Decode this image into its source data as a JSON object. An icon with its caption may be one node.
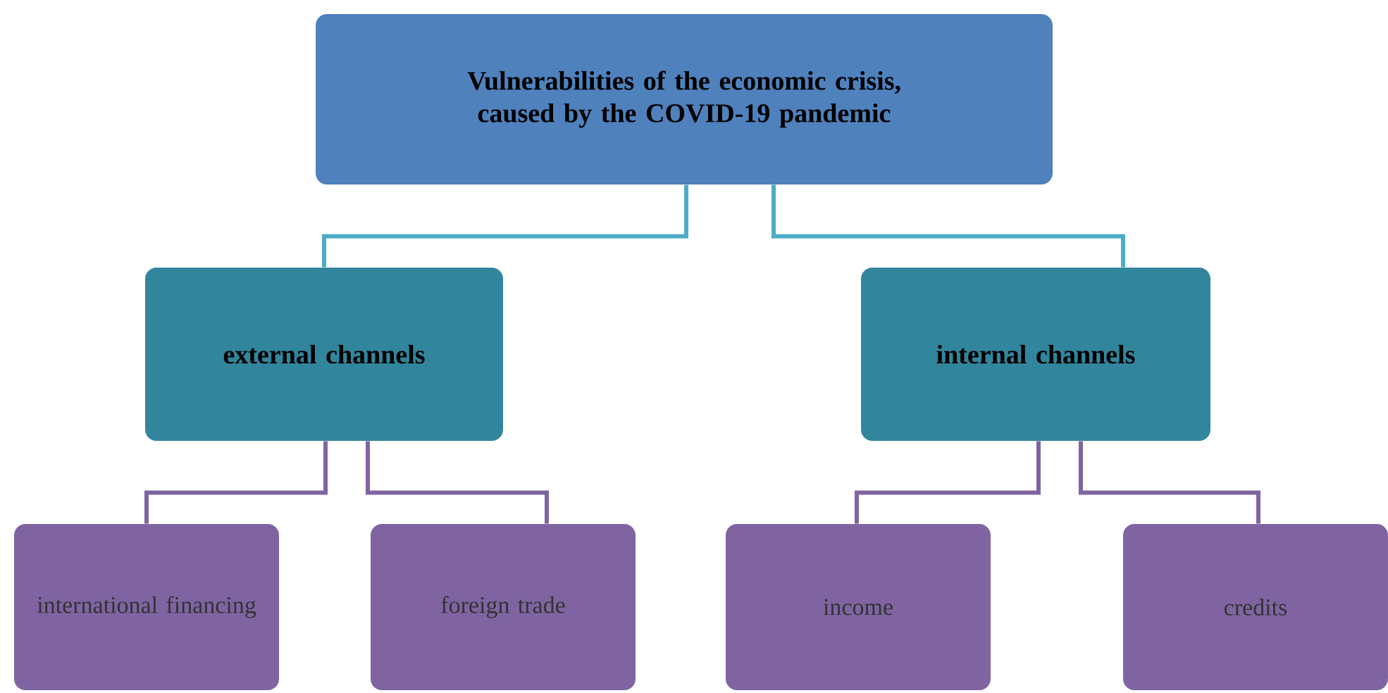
{
  "diagram": {
    "nodes": [
      {
        "text": [
          "Vulnerabilities of the economic crisis, caused by the COVID-19 pandemic"
        ]
      },
      {
        "text": [
          "external channels"
        ]
      },
      {
        "text": [
          "internal channels"
        ]
      },
      {
        "text": [
          "international financing"
        ]
      },
      {
        "text": [
          "foreign trade"
        ]
      },
      {
        "text": [
          "income"
        ]
      },
      {
        "text": [
          "credits"
        ]
      }
    ],
    "edges": [
      {
        "from": 0,
        "to": 1,
        "arrow": "none",
        "color": "#4bacc6"
      },
      {
        "from": 0,
        "to": 2,
        "arrow": "none",
        "color": "#4bacc6"
      },
      {
        "from": 1,
        "to": 3,
        "arrow": "none"
      },
      {
        "from": 1,
        "to": 4,
        "arrow": "none"
      },
      {
        "from": 2,
        "to": 5,
        "arrow": "none"
      },
      {
        "from": 2,
        "to": 6,
        "arrow": "none"
      }
    ]
  }
}
